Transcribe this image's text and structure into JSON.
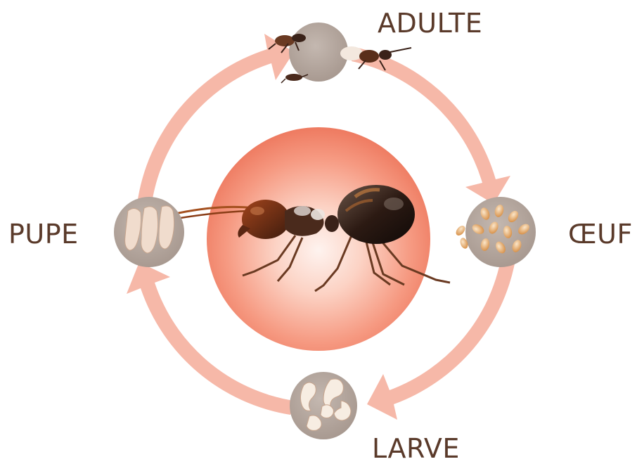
{
  "stages": {
    "adulte": "ADULTE",
    "oeuf": "ŒUF",
    "larve": "LARVE",
    "pupe": "PUPE"
  },
  "colors": {
    "cycle_arrow": "#f6b8a8",
    "stage_circle": "#b0a39b",
    "center_sphere_outer": "#f17b63",
    "center_sphere_inner": "#fde7e0",
    "label_text": "#5a3a2a",
    "ant_head": "#7a2f12",
    "ant_body": "#3a2219",
    "egg": "#d99a55",
    "larva": "#f7ede2",
    "pupa": "#f0dccd"
  },
  "icons": {
    "center": "ant-illustration",
    "adulte": "adult-ants-icon",
    "oeuf": "eggs-icon",
    "larve": "larvae-icon",
    "pupe": "pupae-icon"
  }
}
